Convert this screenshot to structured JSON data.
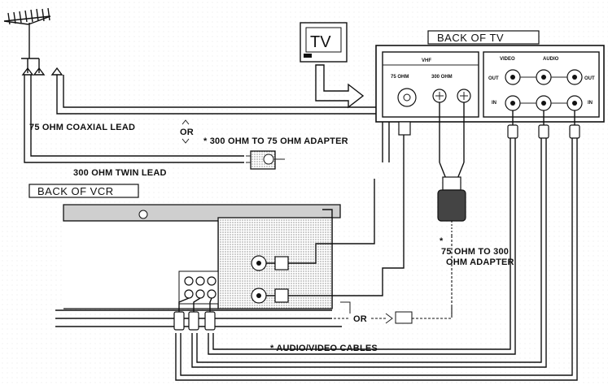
{
  "tv_label": "TV",
  "back_of_tv_label": "BACK OF TV",
  "back_of_vcr_label": "BACK OF VCR",
  "vhf_label": "VHF",
  "ohm75_label": "75 OHM",
  "ohm300_label": "300 OHM",
  "video_label": "VIDEO",
  "audio_label": "AUDIO",
  "out_left_label": "OUT",
  "out_right_label": "OUT",
  "in_left_label": "IN",
  "in_right_label": "IN",
  "coax_lead_label": "75 OHM COAXIAL LEAD",
  "or_label": "OR",
  "adapter_300_75_label": "* 300 OHM TO 75 OHM ADAPTER",
  "twin_lead_label": "300 OHM TWIN LEAD",
  "adapter_75_300_line1": "*",
  "adapter_75_300_line2": "75 OHM TO 300",
  "adapter_75_300_line3": "OHM ADAPTER",
  "or_small_label": "OR",
  "av_cables_label": "*  AUDIO/VIDEO CABLES"
}
